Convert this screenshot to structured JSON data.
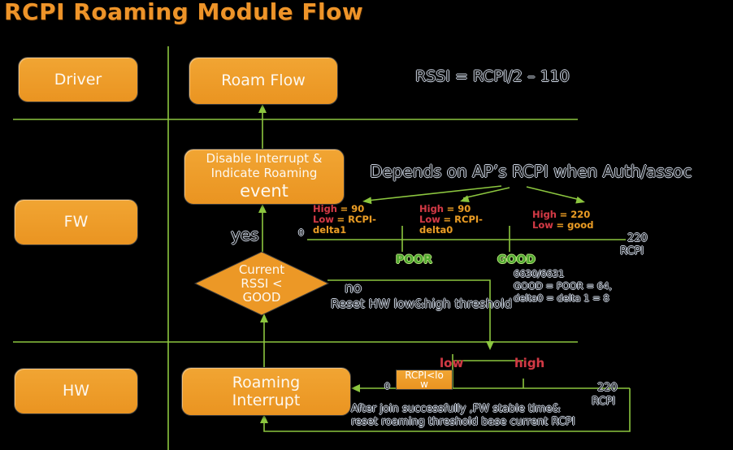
{
  "title": "RCPI Roaming Module Flow",
  "lanes": {
    "driver": "Driver",
    "fw": "FW",
    "hw": "HW"
  },
  "nodes": {
    "roam_flow": "Roam Flow",
    "disable_interrupt": {
      "line1": "Disable Interrupt &",
      "line2": "Indicate Roaming",
      "line3": "event"
    },
    "decision": {
      "line1": "Current",
      "line2": "RSSI <",
      "line3": "GOOD"
    },
    "roaming_interrupt": {
      "line1": "Roaming",
      "line2": "Interrupt"
    },
    "rcpi_low_box": "RCPI<low"
  },
  "annotations": {
    "formula": "RSSI = RCPI/2 – 110",
    "depends": "Depends on AP’s RCPI when Auth/assoc",
    "yes_label": "yes",
    "no_label": "no",
    "reset": "Reset HW low&high threshold",
    "chip_note": {
      "line1": "6630/6631",
      "line2": "GOOD = POOR = 64,",
      "line3": "delta0 = delta 1 = 8"
    },
    "after_join": {
      "line1": "After join successfully ,FW stable time&",
      "line2": "reset roaming threshold base current RCPI"
    }
  },
  "fw_scale": {
    "zero": "0",
    "end": "220",
    "unit": "RCPI",
    "tick_poor": "POOR",
    "tick_good": "GOOD",
    "zones": [
      {
        "high_key": "High",
        "high_val": "= 90",
        "low_key": "Low",
        "low_val": "= RCPI-",
        "low_wrap": "delta1"
      },
      {
        "high_key": "High",
        "high_val": "= 90",
        "low_key": "Low",
        "low_val": "= RCPI-",
        "low_wrap": "delta0"
      },
      {
        "high_key": "High",
        "high_val": "= 220",
        "low_key": "Low",
        "low_val": "= good",
        "low_wrap": ""
      }
    ]
  },
  "hw_scale": {
    "zero": "0",
    "low": "low",
    "high": "high",
    "end": "220",
    "unit": "RCPI"
  },
  "colors": {
    "accent_orange": "#EC9826",
    "line_green": "#8CC63F",
    "label_red": "#D13A45",
    "label_orange": "#E89B25",
    "good_green": "#4EA72E"
  }
}
